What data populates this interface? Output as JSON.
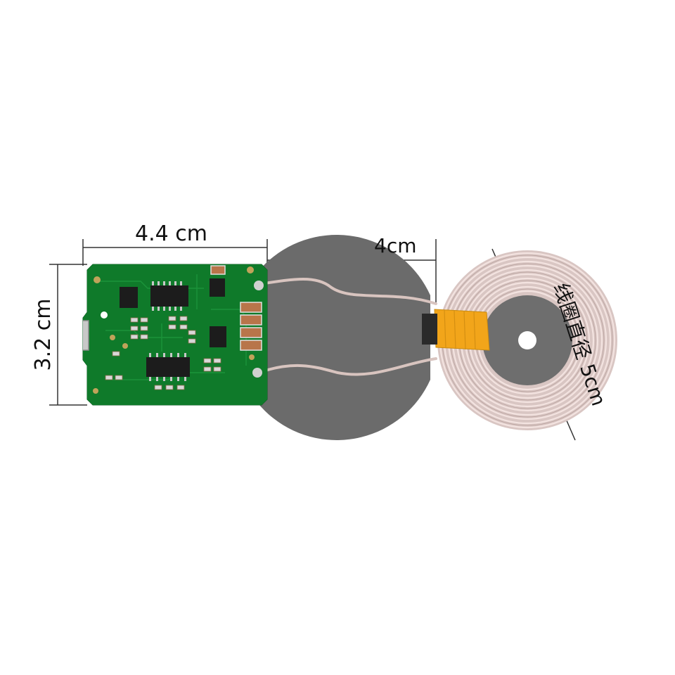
{
  "photo": {
    "labels": {
      "board_width": "4.4 cm",
      "board_height": "3.2 cm",
      "lead_length": "4cm",
      "coil_diameter": "线圈直径 5cm"
    },
    "colors": {
      "background": "#ffffff",
      "pcb": "#0f7a2a",
      "coil_backing": "#6b6b6b",
      "coil_wire": "#e9d2cf",
      "tape": "#f2a51a",
      "dimension_lines": "#333333"
    }
  }
}
